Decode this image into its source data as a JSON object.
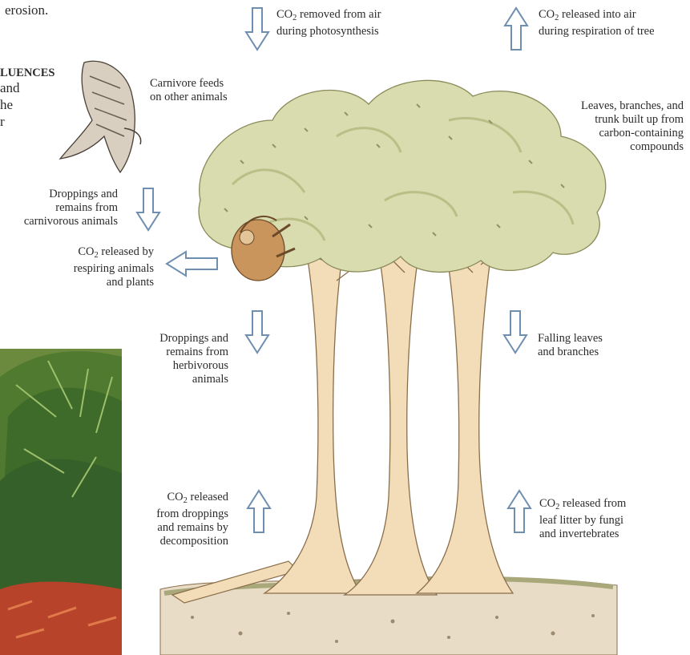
{
  "fragments": {
    "top_left": "erosion.",
    "left_heading": "LUENCES",
    "left_lines": "and\nhe\nr"
  },
  "labels": {
    "photosynthesis": [
      "CO",
      "2",
      " removed from air",
      "during photosynthesis"
    ],
    "respiration_tree": [
      "CO",
      "2",
      " released into air",
      "during respiration of tree"
    ],
    "carnivore": "Carnivore feeds\non other animals",
    "leaves_built": "Leaves, branches, and\ntrunk built up from\ncarbon-containing\ncompounds",
    "droppings_carnivorous": "Droppings and\nremains from\ncarnivorous animals",
    "respiring": [
      "CO",
      "2",
      " released by",
      "respiring animals\nand plants"
    ],
    "droppings_herbivorous": "Droppings and\nremains from\nherbivorous\nanimals",
    "falling_leaves": "Falling leaves\nand branches",
    "decomposition": [
      "CO",
      "2",
      " released",
      "from droppings\nand remains by\ndecomposition"
    ],
    "leaf_litter": [
      "CO",
      "2",
      " released from",
      "leaf litter by fungi\nand invertebrates"
    ]
  },
  "colors": {
    "arrow_outline": "#6f8fb0",
    "arrow_fill": "#ffffff",
    "canopy": "#d8dcae",
    "canopy_dark": "#b9bf86",
    "trunk": "#f2ddb8",
    "trunk_line": "#8a6d4a",
    "soil": "#e9dcc6",
    "grass": "#a9a87a",
    "palm": "#3f6b2a",
    "palm_fruit": "#b7432a"
  },
  "icons": {
    "bird": "hawk-icon",
    "sloth": "sloth-icon"
  }
}
